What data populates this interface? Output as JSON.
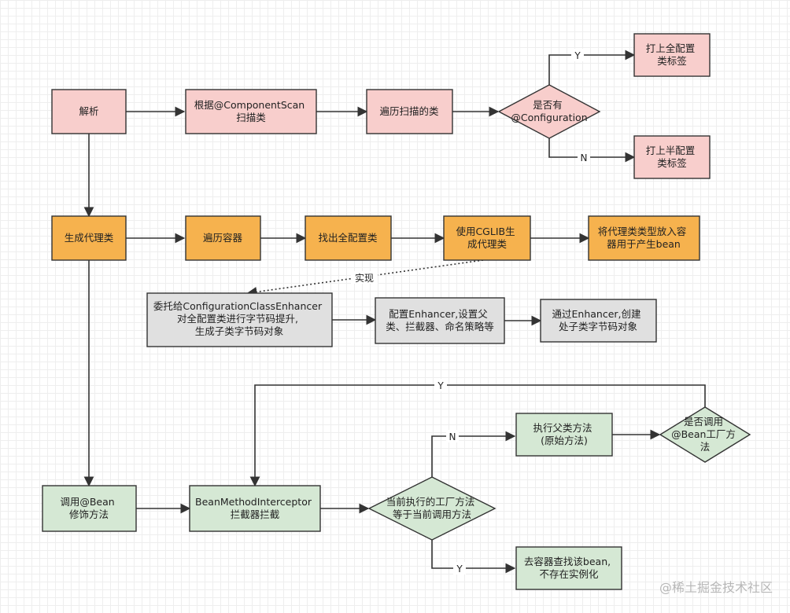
{
  "colors": {
    "pink": "#f8cecc",
    "orange": "#f6b24e",
    "grey": "#e0e0e0",
    "green": "#d5e8d4",
    "stroke": "#333333"
  },
  "nodes": {
    "parse": [
      "解析"
    ],
    "scan": [
      "根据@ComponentScan",
      "扫描类"
    ],
    "iterate_scanned": [
      "遍历扫描的类"
    ],
    "has_config": [
      "是否有",
      "@Configuration"
    ],
    "full_tag": [
      "打上全配置",
      "类标签"
    ],
    "half_tag": [
      "打上半配置",
      "类标签"
    ],
    "gen_proxy": [
      "生成代理类"
    ],
    "iterate_container": [
      "遍历容器"
    ],
    "find_full": [
      "找出全配置类"
    ],
    "cglib": [
      "使用CGLIB生",
      "成代理类"
    ],
    "put_proxy": [
      "将代理类类型放入容",
      "器用于产生bean"
    ],
    "delegate": [
      "委托给ConfigurationClassEnhancer",
      "对全配置类进行字节码提升,",
      "生成子类字节码对象"
    ],
    "config_enhancer": [
      "配置Enhancer,设置父",
      "类、拦截器、命名策略等"
    ],
    "create_sub": [
      "通过Enhancer,创建",
      "处子类字节码对象"
    ],
    "call_bean": [
      "调用@Bean",
      "修饰方法"
    ],
    "interceptor": [
      "BeanMethodInterceptor",
      "拦截器拦截"
    ],
    "same_factory": [
      "当前执行的工厂方法",
      "等于当前调用方法"
    ],
    "exec_parent": [
      "执行父类方法",
      "(原始方法)"
    ],
    "is_bean_call": [
      "是否调用",
      "@Bean工厂方",
      "法"
    ],
    "find_in_container": [
      "去容器查找该bean,",
      "不存在实例化"
    ]
  },
  "edge_labels": {
    "yes_full": "Y",
    "no_half": "N",
    "implements": "实现",
    "yes_loop": "Y",
    "no_exec": "N",
    "yes_find": "Y"
  },
  "watermark": "@稀土掘金技术社区"
}
